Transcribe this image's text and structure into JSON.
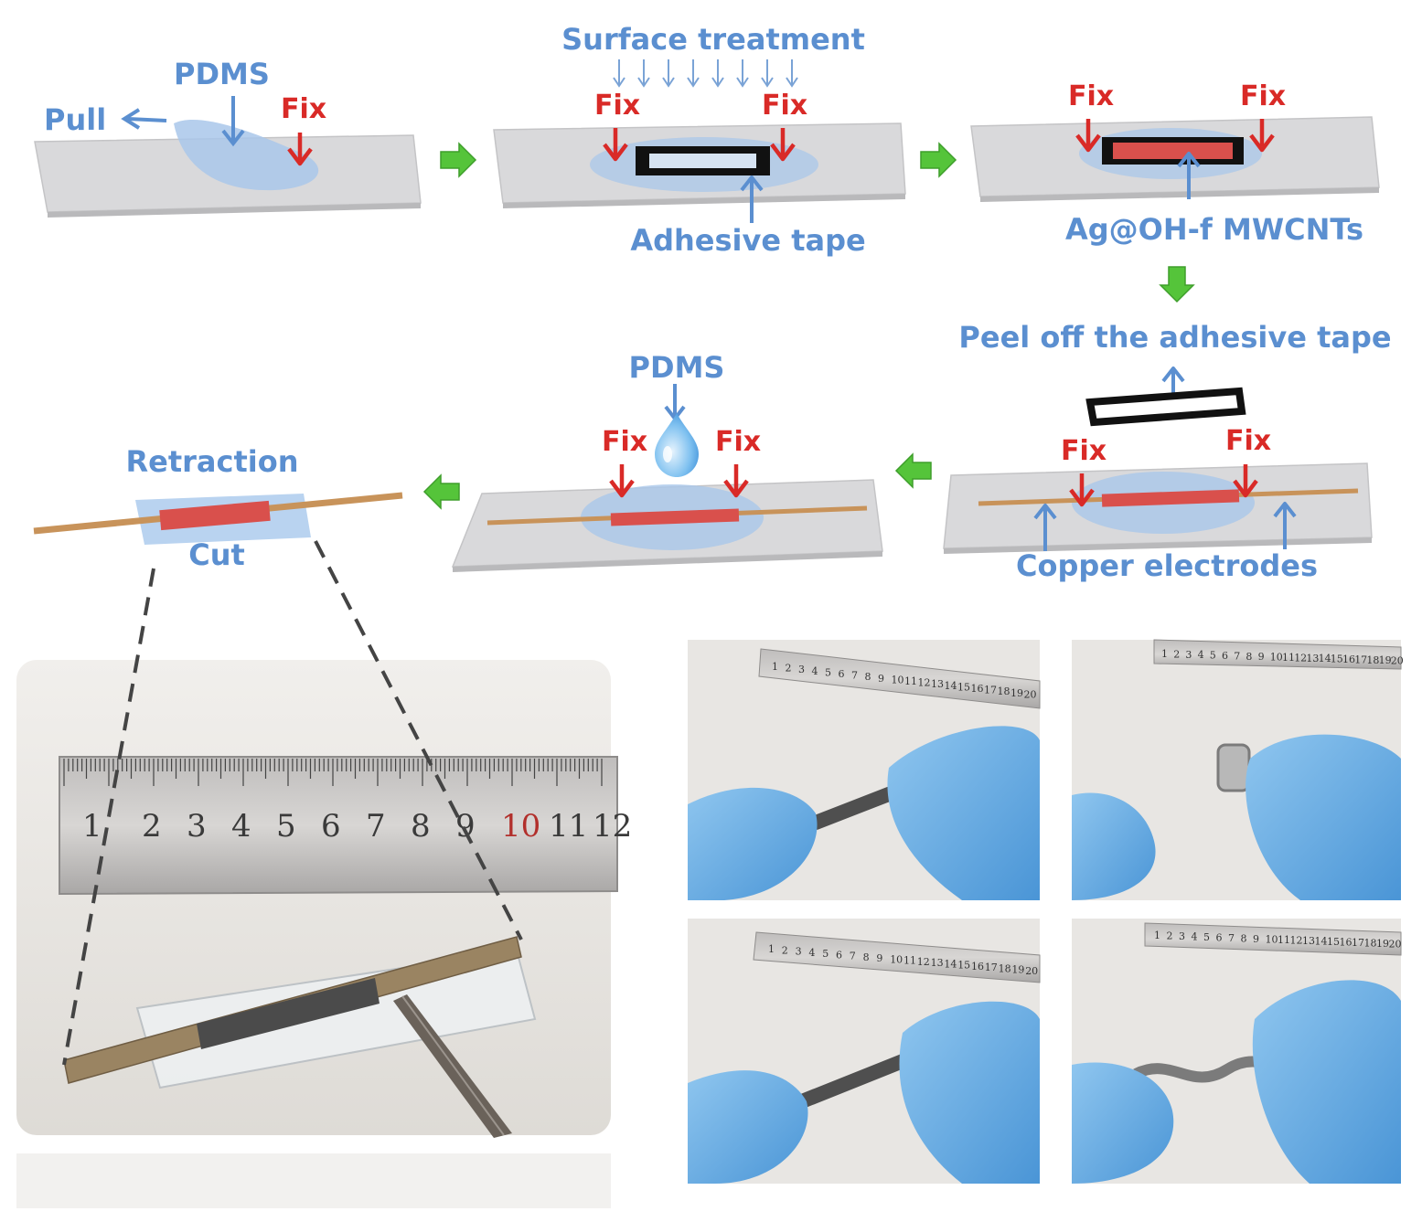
{
  "colors": {
    "label_blue": "#5b8fd0",
    "label_red": "#d92a27",
    "step_arrow_green": "#55c43a",
    "substrate_gray": "#d9d9db",
    "pdms_blue": "#a9c7ea",
    "sensor_red": "#d9504c",
    "copper": "#c8935a"
  },
  "icons": {
    "step_arrow": "green-arrow-icon",
    "fix_arrow": "red-down-arrow-icon",
    "pointer_arrow": "blue-arrow-icon",
    "drop": "pdms-drop-icon"
  },
  "step1": {
    "pull": "Pull",
    "pdms": "PDMS",
    "fix": "Fix"
  },
  "step2": {
    "surface_treatment": "Surface treatment",
    "fix_left": "Fix",
    "fix_right": "Fix",
    "adhesive_tape": "Adhesive tape"
  },
  "step3": {
    "fix_left": "Fix",
    "fix_right": "Fix",
    "material": "Ag@OH-f MWCNTs"
  },
  "step4": {
    "peel_off": "Peel off the adhesive tape",
    "fix_left": "Fix",
    "fix_right": "Fix",
    "copper_electrodes": "Copper electrodes"
  },
  "step5": {
    "pdms": "PDMS",
    "fix_left": "Fix",
    "fix_right": "Fix"
  },
  "step6": {
    "retraction": "Retraction",
    "cut": "Cut"
  },
  "photo_main": {
    "ruler_ticks": [
      "1",
      "2",
      "3",
      "4",
      "5",
      "6",
      "7",
      "8",
      "9",
      "10",
      "11",
      "12"
    ]
  },
  "photo_panels": {
    "ruler_ticks": [
      "1",
      "2",
      "3",
      "4",
      "5",
      "6",
      "7",
      "8",
      "9",
      "10",
      "11",
      "12",
      "13",
      "14",
      "15",
      "16",
      "17",
      "18",
      "19",
      "20"
    ]
  }
}
